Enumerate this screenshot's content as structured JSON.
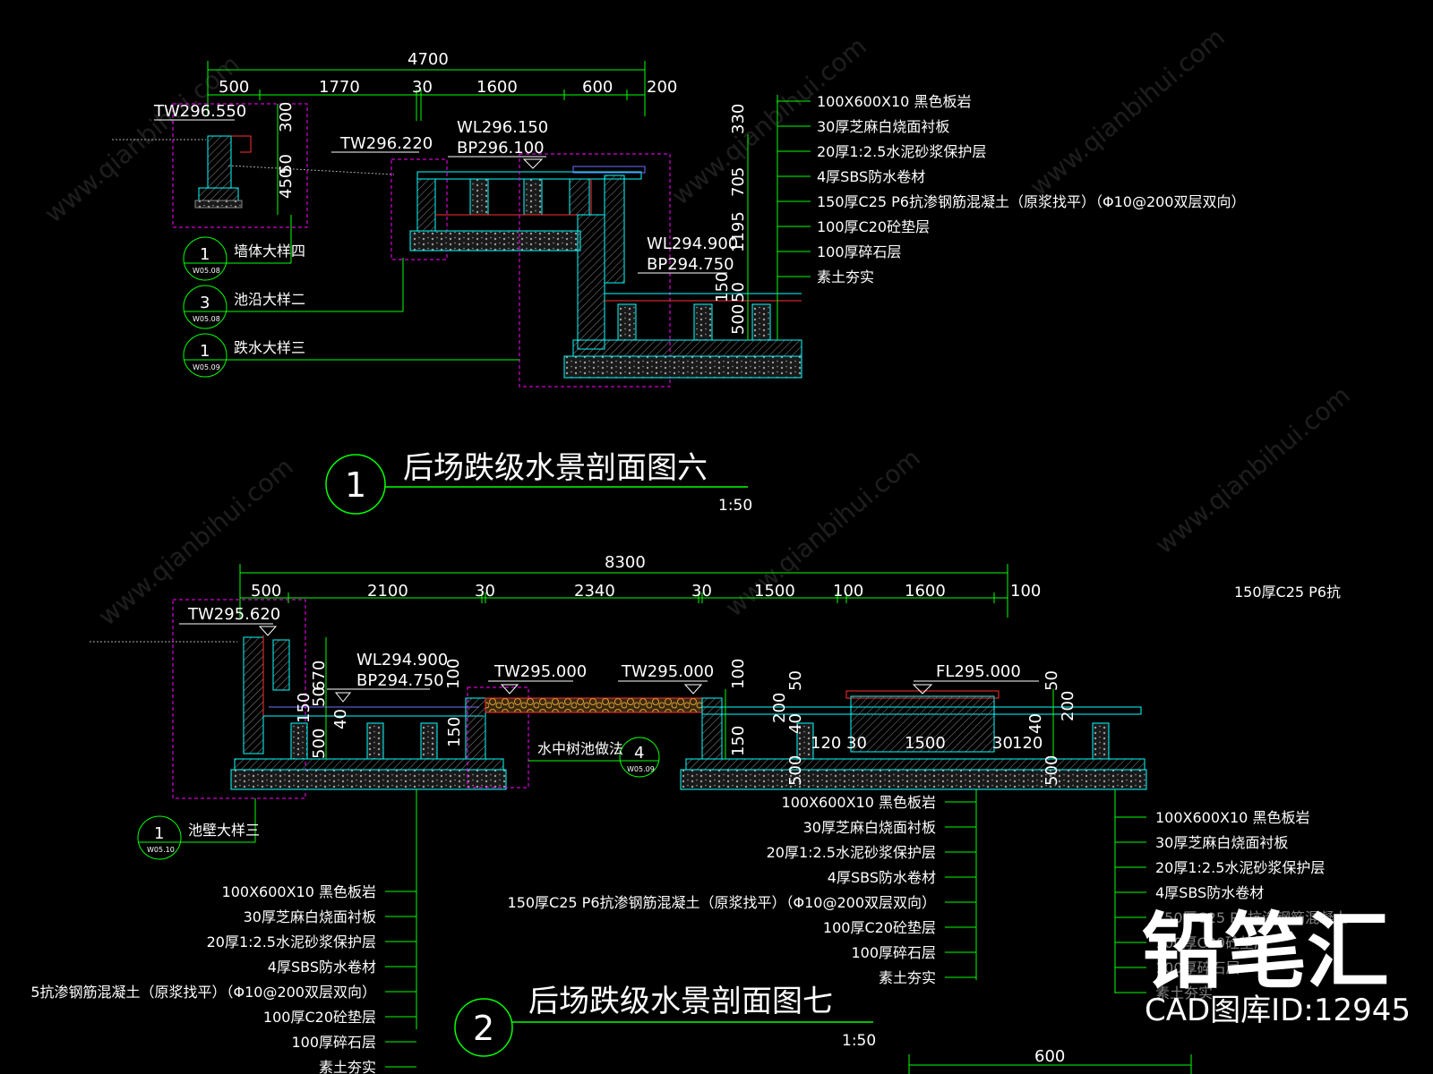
{
  "watermark": {
    "brand": "铅笔汇",
    "caption": "CAD图库ID:12945",
    "tile_text": "www.qianbihui.com"
  },
  "colors": {
    "background": "#000000",
    "dim_line": "#00ff00",
    "text": "#ffffff",
    "outline": "#ff00ff",
    "structure": "#00ffff",
    "layer_red": "#ff3030"
  },
  "section1": {
    "title": "后场跌级水景剖面图六",
    "number": "1",
    "scale": "1:50",
    "dims_top_total": "4700",
    "dims_top": [
      "500",
      "1770",
      "30",
      "1600",
      "600",
      "200"
    ],
    "elev_tw1": "TW296.550",
    "elev_tw2": "TW296.220",
    "elev_wl1": "WL296.150",
    "elev_bp1": "BP296.100",
    "elev_wl2": "WL294.900",
    "elev_bp2": "BP294.750",
    "vdims_left": [
      "300",
      "450",
      "50"
    ],
    "vdims_right": [
      "330",
      "5",
      "70",
      "1195",
      "150",
      "50",
      "500"
    ],
    "layers": [
      "100X600X10 黑色板岩",
      "30厚芝麻白烧面衬板",
      "20厚1:2.5水泥砂浆保护层",
      "4厚SBS防水卷材",
      "150厚C25 P6抗渗钢筋混凝土（原浆找平）（Φ10@200双层双向）",
      "100厚C20砼垫层",
      "100厚碎石层",
      "素土夯实"
    ],
    "details": [
      {
        "num": "1",
        "ref": "W05.08",
        "label": "墙体大样四"
      },
      {
        "num": "3",
        "ref": "W05.08",
        "label": "池沿大样二"
      },
      {
        "num": "1",
        "ref": "W05.09",
        "label": "跌水大样三"
      }
    ]
  },
  "section2": {
    "title": "后场跌级水景剖面图七",
    "number": "2",
    "scale": "1:50",
    "dims_top_total": "8300",
    "dims_top": [
      "500",
      "2100",
      "30",
      "2340",
      "30",
      "1500",
      "100",
      "1600",
      "100"
    ],
    "edge_note": "150厚C25 P6抗",
    "elev_tw1": "TW295.620",
    "elev_wl": "WL294.900",
    "elev_bp": "BP294.750",
    "elev_tw2": "TW295.000",
    "elev_tw3": "TW295.000",
    "elev_fl": "FL295.000",
    "vdims_left": [
      "670",
      "50",
      "150",
      "40",
      "500",
      "150"
    ],
    "vdims_mid": [
      "100",
      "100",
      "50",
      "200",
      "40",
      "150",
      "500"
    ],
    "vdims_right": [
      "50",
      "200",
      "40",
      "500"
    ],
    "inner_dims": [
      "120",
      "30",
      "1500",
      "30",
      "120"
    ],
    "bottom_dim": "600",
    "layers_left": [
      "100X600X10 黑色板岩",
      "30厚芝麻白烧面衬板",
      "20厚1:2.5水泥砂浆保护层",
      "4厚SBS防水卷材",
      "5抗渗钢筋混凝土（原浆找平）（Φ10@200双层双向）",
      "100厚C20砼垫层",
      "100厚碎石层",
      "素土夯实"
    ],
    "layers_mid": [
      "100X600X10 黑色板岩",
      "30厚芝麻白烧面衬板",
      "20厚1:2.5水泥砂浆保护层",
      "4厚SBS防水卷材",
      "150厚C25 P6抗渗钢筋混凝土（原浆找平）（Φ10@200双层双向）",
      "100厚C20砼垫层",
      "100厚碎石层",
      "素土夯实"
    ],
    "layers_right": [
      "100X600X10 黑色板岩",
      "30厚芝麻白烧面衬板",
      "20厚1:2.5水泥砂浆保护层",
      "4厚SBS防水卷材",
      "150厚C25 P6抗渗钢筋混凝土",
      "100厚C20砼垫层",
      "100厚碎石层",
      "素土夯实"
    ],
    "details": [
      {
        "num": "1",
        "ref": "W05.10",
        "label": "池壁大样三"
      },
      {
        "num": "4",
        "ref": "W05.09",
        "label": "水中树池做法"
      }
    ]
  }
}
